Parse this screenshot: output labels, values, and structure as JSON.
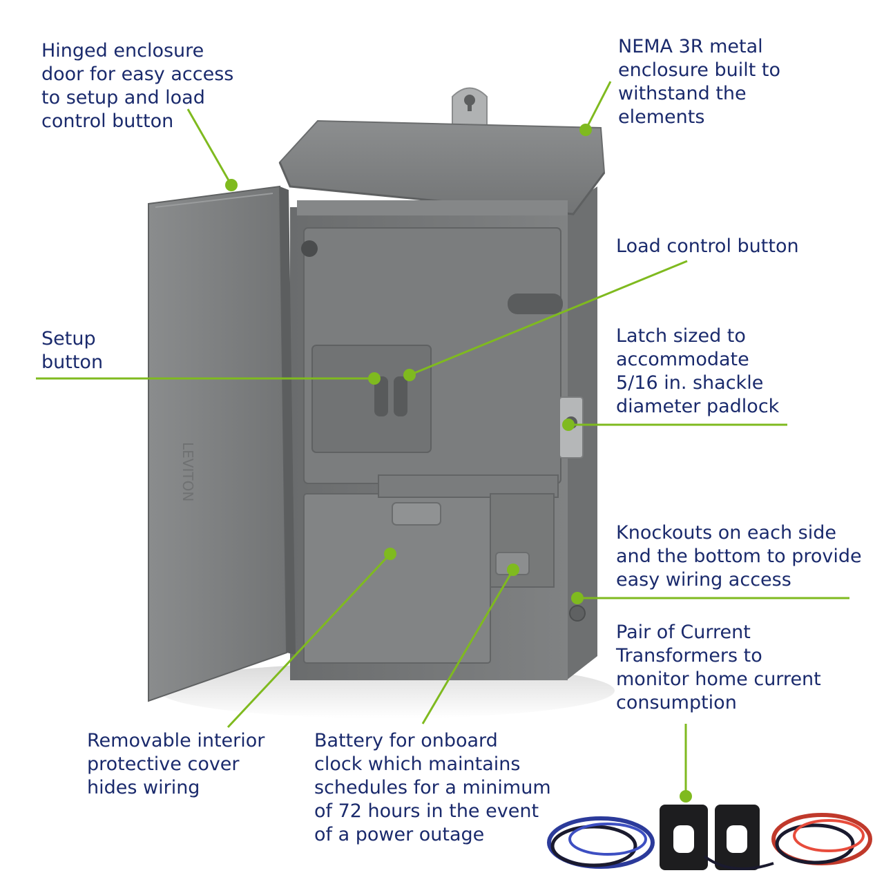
{
  "callouts": {
    "hinged_door": "Hinged enclosure\ndoor for easy access\nto setup and load\ncontrol button",
    "nema_enclosure": "NEMA 3R metal\nenclosure built to\nwithstand the\nelements",
    "load_control_button": "Load control button",
    "setup_button": "Setup\nbutton",
    "latch": "Latch sized to\naccommodate\n5/16 in. shackle\ndiameter padlock",
    "knockouts": "Knockouts on each side\nand the bottom to provide\neasy wiring access",
    "current_transformers": "Pair of Current\nTransformers to\nmonitor home current\nconsumption",
    "interior_cover": "Removable interior\nprotective cover\nhides wiring",
    "battery": "Battery for onboard\nclock which maintains\nschedules for a minimum\nof 72 hours in the event\nof a power outage"
  },
  "colors": {
    "text": "#1a2a6c",
    "leader": "#7fba1f",
    "enclosure": "#7d7f80"
  },
  "brand_mark": "LEVITON"
}
